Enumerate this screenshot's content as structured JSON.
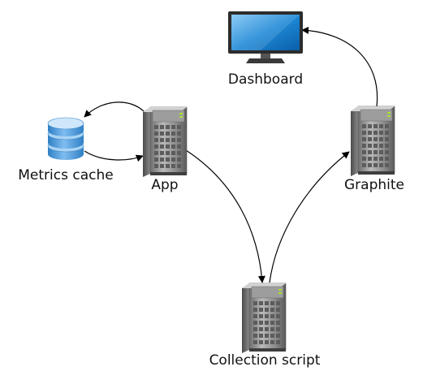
{
  "nodes": {
    "dashboard": {
      "label": "Dashboard",
      "icon": "monitor-icon"
    },
    "metrics_cache": {
      "label": "Metrics cache",
      "icon": "database-icon"
    },
    "app": {
      "label": "App",
      "icon": "server-icon"
    },
    "graphite": {
      "label": "Graphite",
      "icon": "server-icon"
    },
    "collection_script": {
      "label": "Collection script",
      "icon": "server-icon"
    }
  },
  "edges": [
    {
      "from": "app",
      "to": "metrics_cache"
    },
    {
      "from": "metrics_cache",
      "to": "app"
    },
    {
      "from": "app",
      "to": "collection_script"
    },
    {
      "from": "collection_script",
      "to": "graphite"
    },
    {
      "from": "graphite",
      "to": "dashboard"
    }
  ],
  "colors": {
    "server_body": "#8a8a8a",
    "server_light": "#c4c4c4",
    "server_dark": "#4a4a4a",
    "server_led": "#a6e22e",
    "db_blue": "#4a97d8",
    "db_light": "#a9d3f5",
    "screen_blue": "#1e88d6",
    "monitor_frame": "#2c2c2c"
  }
}
